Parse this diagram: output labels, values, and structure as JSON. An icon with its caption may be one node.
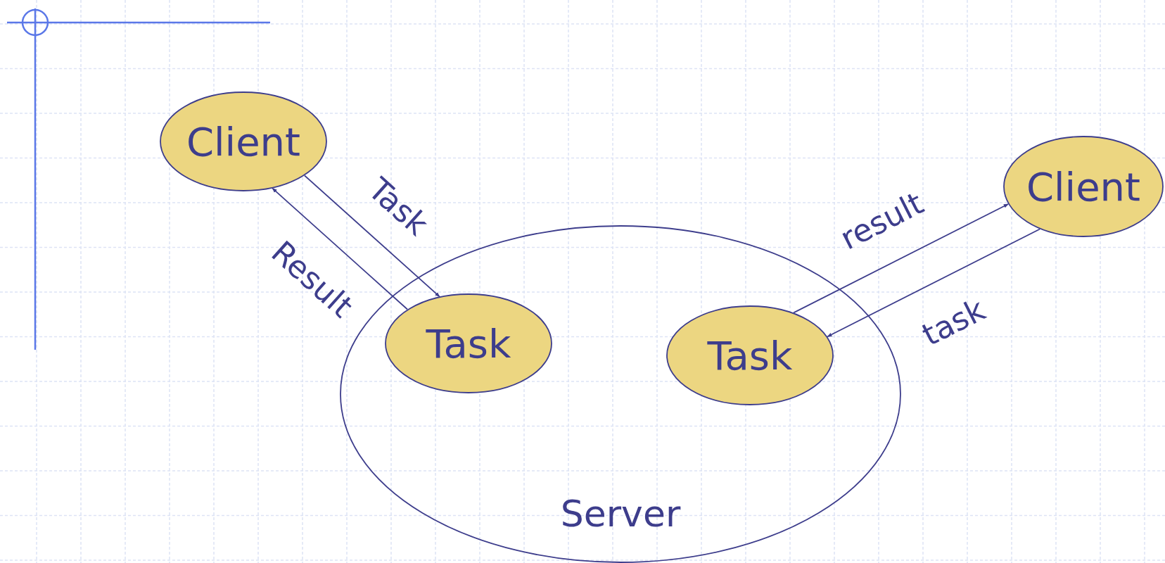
{
  "diagram": {
    "nodes": [
      {
        "text": [
          "Server"
        ]
      },
      {
        "text": [
          "Client"
        ]
      },
      {
        "text": [
          "Task"
        ],
        "in": 0
      },
      {
        "text": [
          "Task"
        ],
        "in": 0
      },
      {
        "text": [
          "Client"
        ]
      }
    ],
    "edges": [
      {
        "from": 1,
        "to": 2,
        "arrow": "to",
        "label": "Task"
      },
      {
        "from": 2,
        "to": 1,
        "arrow": "to",
        "label": "Result"
      },
      {
        "from": 3,
        "to": 4,
        "arrow": "to",
        "label": "result"
      },
      {
        "from": 4,
        "to": 3,
        "arrow": "to",
        "label": "task"
      }
    ]
  }
}
